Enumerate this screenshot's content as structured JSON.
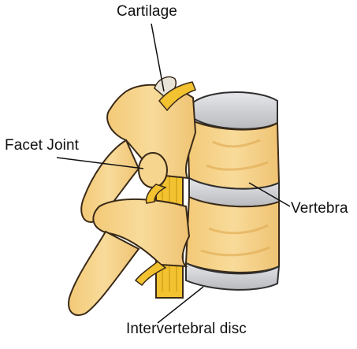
{
  "labels": {
    "cartilage": "Cartilage",
    "facet_joint": "Facet Joint",
    "vertebra": "Vertebra",
    "intervertebral_disc": "Intervertebral disc"
  },
  "colors": {
    "bone": "#F6D58E",
    "bone_shadow": "#E8B45C",
    "bone_outline": "#3A2A18",
    "disc": "#D6D7DA",
    "disc_shadow": "#A9AAAE",
    "nerve": "#F2C230",
    "nerve_dark": "#C99B18",
    "leader": "#111111"
  }
}
